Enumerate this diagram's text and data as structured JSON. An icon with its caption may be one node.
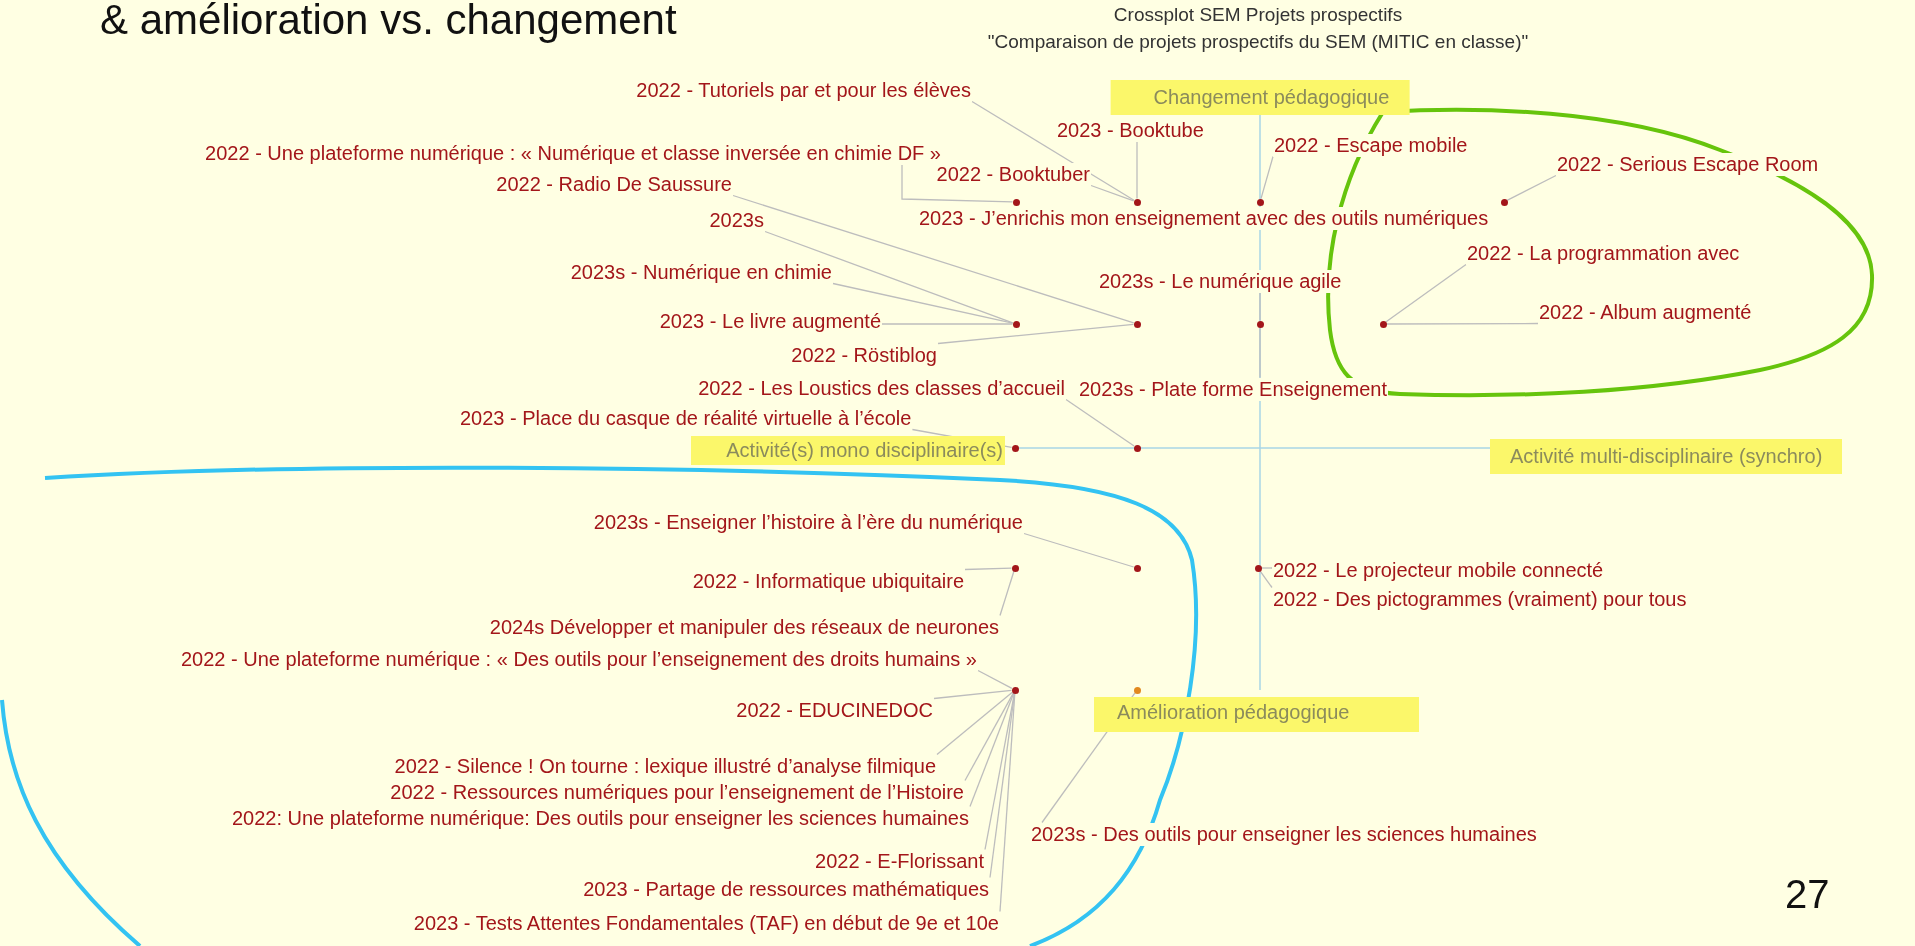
{
  "diagram": {
    "title": "Crossplot SEM Projets prospectifs",
    "nodes": [
      {
        "text": [
          "2022 - Tutoriels par et pour les élèves"
        ]
      },
      {
        "text": [
          "2023 - Booktube"
        ]
      },
      {
        "text": [
          "2022 - Escape mobile"
        ]
      },
      {
        "text": [
          "2022 - Une plateforme numérique : « Numérique et classe inversée en chimie DF »"
        ]
      },
      {
        "text": [
          "2022 - Serious Escape Room"
        ]
      },
      {
        "text": [
          "2022 - Booktuber"
        ]
      },
      {
        "text": [
          "2022 - Radio De Saussure"
        ]
      },
      {
        "text": [
          "2023s"
        ]
      },
      {
        "text": [
          "2022 - La programmation avec"
        ]
      },
      {
        "text": [
          "2023s - Numérique en chimie"
        ]
      },
      {
        "text": [
          "2023s - Le numérique agile"
        ]
      },
      {
        "text": [
          "2022 - Album augmenté"
        ]
      },
      {
        "text": [
          "2023 - Le livre augmenté"
        ]
      },
      {
        "text": [
          "2022 - Röstiblog"
        ]
      },
      {
        "text": [
          "2022 - Les Loustics des classes d’accueil"
        ]
      },
      {
        "text": [
          "2023s - Plate forme Enseignement"
        ]
      },
      {
        "text": [
          "2023 - Place du casque de réalité virtuelle à l’école"
        ]
      },
      {
        "text": [
          "2023s - Enseigner l’histoire à l’ère du numérique"
        ]
      },
      {
        "text": [
          "2022 - Le projecteur mobile connecté"
        ]
      },
      {
        "text": [
          "2022 - Informatique ubiquitaire"
        ]
      },
      {
        "text": [
          "2022 - Des pictogrammes (vraiment) pour tous"
        ]
      },
      {
        "text": [
          "2024s Développer et manipuler des réseaux de neurones"
        ]
      },
      {
        "text": [
          "2022 - Une plateforme numérique : « Des outils pour l’enseignement des droits humains »"
        ]
      },
      {
        "text": [
          "2022 - EDUCINEDOC"
        ]
      },
      {
        "text": [
          "2022 - Silence ! On tourne : lexique illustré d’analyse filmique"
        ]
      },
      {
        "text": [
          "2022 - Ressources numériques pour l’enseignement de l’Histoire"
        ]
      },
      {
        "text": [
          "2022: Une plateforme numérique: Des outils pour enseigner les sciences humaines"
        ]
      },
      {
        "text": [
          "2023s - Des outils pour enseigner les sciences humaines"
        ]
      },
      {
        "text": [
          "2022 - E-Florissant"
        ]
      },
      {
        "text": [
          "2023 - Partage de ressources mathématiques"
        ]
      },
      {
        "text": [
          "2023 - Tests Attentes Fondamentales (TAF) en début de 9e et 10e"
        ]
      },
      {
        "text": [],
        "shape": "circle"
      },
      {
        "text": [],
        "shape": "circle"
      },
      {
        "text": [],
        "shape": "circle"
      },
      {
        "text": [],
        "shape": "circle"
      },
      {
        "text": [],
        "shape": "circle"
      },
      {
        "text": [],
        "shape": "circle"
      },
      {
        "text": [],
        "shape": "circle"
      },
      {
        "text": [],
        "shape": "circle"
      },
      {
        "text": [],
        "shape": "circle"
      },
      {
        "text": [],
        "shape": "circle"
      },
      {
        "text": [],
        "shape": "circle"
      },
      {
        "text": [],
        "shape": "circle"
      },
      {
        "text": [],
        "shape": "circle"
      },
      {
        "text": [],
        "shape": "circle"
      },
      {
        "text": [],
        "shape": "circle"
      },
      {
        "text": [
          "2023 - J’enrichis mon enseignement avec des outils numériques"
        ]
      }
    ],
    "edges": [
      {
        "from": 0,
        "to": 32,
        "arrow": "none"
      },
      {
        "from": 1,
        "to": 32,
        "arrow": "none"
      },
      {
        "from": 2,
        "to": 33,
        "arrow": "none"
      },
      {
        "from": 3,
        "to": 31,
        "arrow": "none"
      },
      {
        "from": 4,
        "to": 34,
        "arrow": "none"
      },
      {
        "from": 5,
        "to": 32,
        "arrow": "none"
      },
      {
        "from": 6,
        "to": 36,
        "arrow": "none"
      },
      {
        "from": 7,
        "to": 35,
        "arrow": "none"
      },
      {
        "from": 8,
        "to": 38,
        "arrow": "none"
      },
      {
        "from": 9,
        "to": 35,
        "arrow": "none"
      },
      {
        "from": 10,
        "to": 37,
        "arrow": "none"
      },
      {
        "from": 11,
        "to": 38,
        "arrow": "none"
      },
      {
        "from": 12,
        "to": 35,
        "arrow": "none"
      },
      {
        "from": 13,
        "to": 36,
        "arrow": "none"
      },
      {
        "from": 14,
        "to": 40,
        "arrow": "none"
      },
      {
        "from": 15,
        "to": 37,
        "arrow": "none"
      },
      {
        "from": 16,
        "to": 39,
        "arrow": "none"
      },
      {
        "from": 17,
        "to": 42,
        "arrow": "none"
      },
      {
        "from": 18,
        "to": 43,
        "arrow": "none"
      },
      {
        "from": 19,
        "to": 41,
        "arrow": "none"
      },
      {
        "from": 20,
        "to": 43,
        "arrow": "none"
      },
      {
        "from": 21,
        "to": 41,
        "arrow": "none"
      },
      {
        "from": 22,
        "to": 44,
        "arrow": "none"
      },
      {
        "from": 23,
        "to": 44,
        "arrow": "none"
      },
      {
        "from": 24,
        "to": 44,
        "arrow": "none"
      },
      {
        "from": 25,
        "to": 44,
        "arrow": "none"
      },
      {
        "from": 27,
        "to": 45,
        "arrow": "none"
      },
      {
        "from": 26,
        "to": 44,
        "arrow": "none"
      },
      {
        "from": 28,
        "to": 44,
        "arrow": "none"
      },
      {
        "from": 29,
        "to": 44,
        "arrow": "none"
      },
      {
        "from": 30,
        "to": 44,
        "arrow": "none"
      }
    ],
    "labels": [
      "& amélioration vs. changement",
      "\"Comparaison de projets prospectifs du SEM (MITIC en classe)\"",
      "Changement pédagogique",
      "Activité(s) mono disciplinaire(s)",
      "Activité multi-disciplinaire (synchro)",
      "Amélioration pédagogique",
      "27"
    ]
  }
}
